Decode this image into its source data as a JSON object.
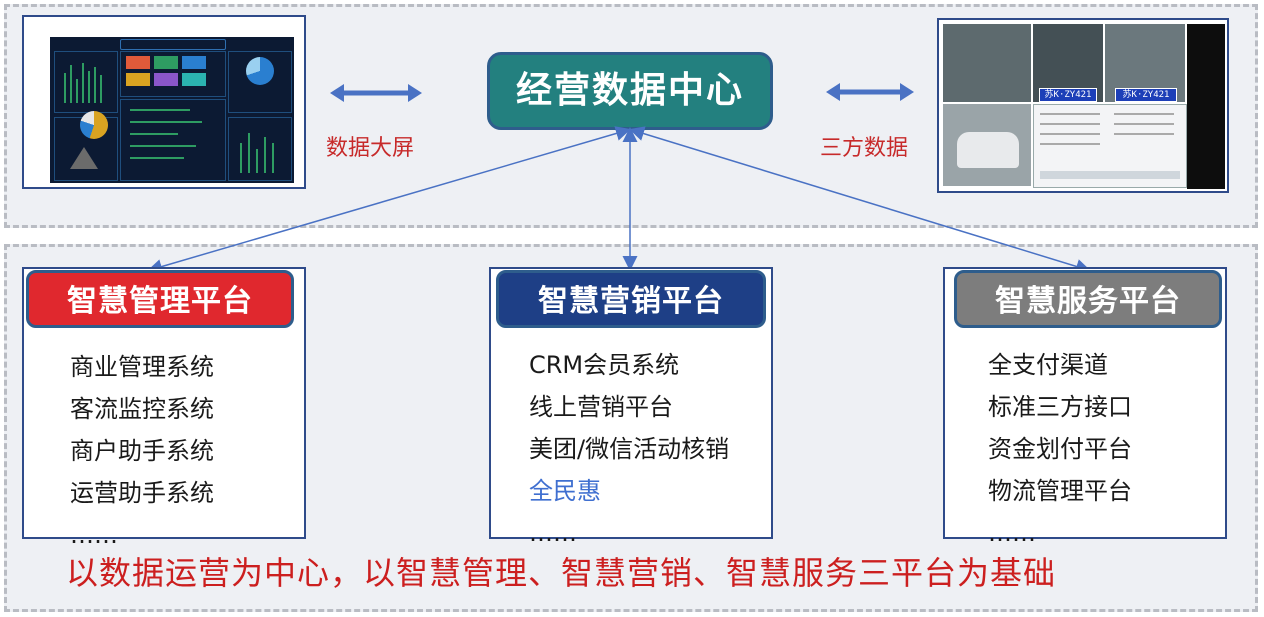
{
  "center": {
    "title": "经营数据中心"
  },
  "left_label": "数据大屏",
  "right_label": "三方数据",
  "dashboard_preview": {
    "icon": "big-screen-dashboard"
  },
  "camera_preview": {
    "icon": "parking-camera",
    "plates": [
      "苏K·ZY421",
      "苏K·ZY421"
    ]
  },
  "platforms": [
    {
      "name": "智慧管理平台",
      "color": "#e0282e",
      "items": [
        "商业管理系统",
        "客流监控系统",
        "商户助手系统",
        "运营助手系统",
        "……"
      ]
    },
    {
      "name": "智慧营销平台",
      "color": "#1e3f86",
      "items": [
        "CRM会员系统",
        "线上营销平台",
        "美团/微信活动核销",
        "全民惠",
        "……"
      ],
      "highlight_index": 3
    },
    {
      "name": "智慧服务平台",
      "color": "#7d7d7d",
      "items": [
        "全支付渠道",
        "标准三方接口",
        "资金划付平台",
        "物流管理平台",
        "……"
      ]
    }
  ],
  "footer": "以数据运营为中心，以智慧管理、智慧营销、智慧服务三平台为基础",
  "colors": {
    "label_red": "#c72a2a",
    "arrow_blue": "#4a72c4",
    "title_teal": "#23807f"
  }
}
